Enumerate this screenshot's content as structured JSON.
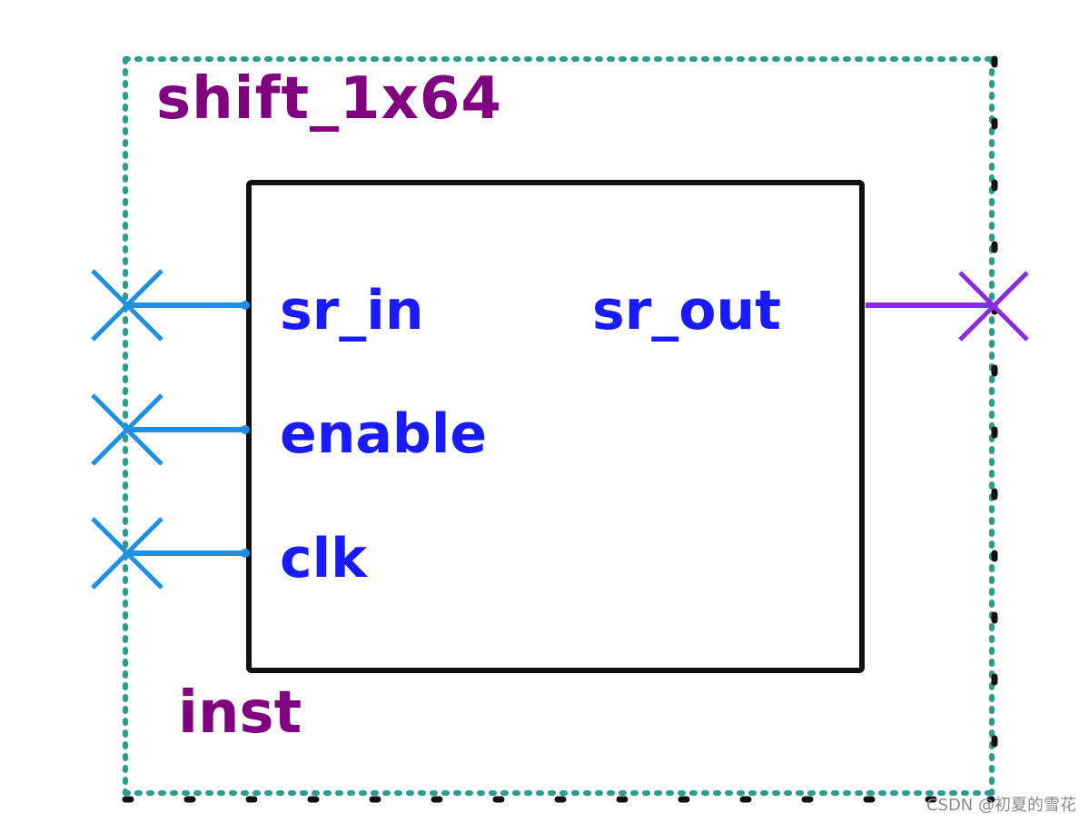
{
  "diagram": {
    "block_title": "shift_1x64",
    "instance_label": "inst",
    "input_ports": [
      "sr_in",
      "enable",
      "clk"
    ],
    "output_ports": [
      "sr_out"
    ]
  },
  "colors": {
    "title": "#800080",
    "port_text": "#1a1aff",
    "input_wire": "#1c8fe6",
    "output_wire": "#8a2be2",
    "frame_dots": "#2a9d8f",
    "frame_dots_edge": "#111111",
    "block_border": "#111111"
  },
  "watermark": "CSDN @初夏的雪花"
}
